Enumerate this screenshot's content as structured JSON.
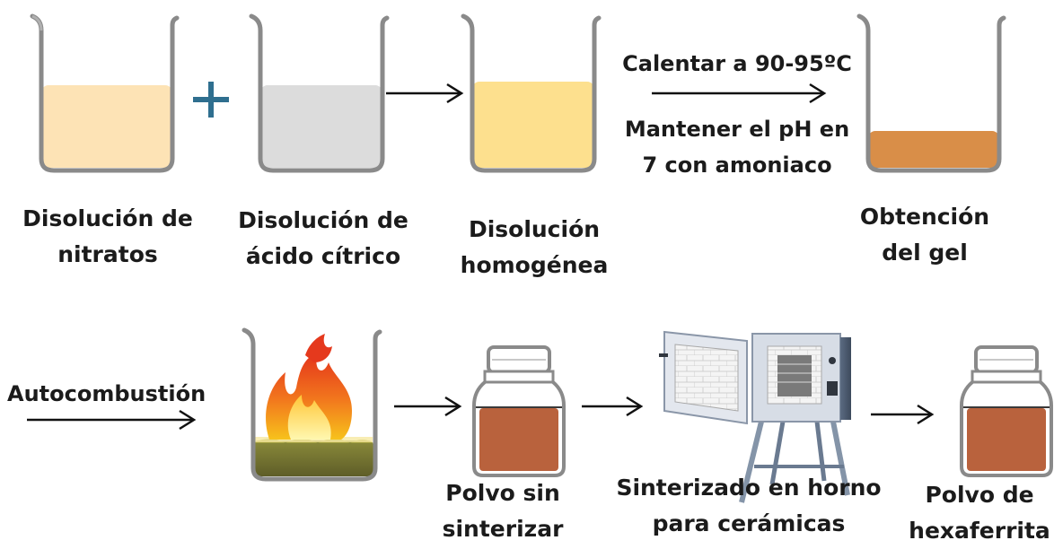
{
  "steps": {
    "nitratos": {
      "line1": "Disolución de",
      "line2": "nitratos"
    },
    "citrico": {
      "line1": "Disolución de",
      "line2": "ácido cítrico"
    },
    "homogenea": {
      "line1": "Disolución",
      "line2": "homogénea"
    },
    "gel": {
      "line1": "Obtención",
      "line2": "del gel"
    },
    "polvo_sin": {
      "line1": "Polvo sin",
      "line2": "sinterizar"
    },
    "horno": {
      "line1": "Sinterizado en horno",
      "line2": "para cerámicas"
    },
    "hexaferrita": {
      "line1": "Polvo de",
      "line2": "hexaferrita"
    }
  },
  "process": {
    "heat": "Calentar a 90-95ºC",
    "ph_line1": "Mantener el pH en",
    "ph_line2": "7 con amoniaco",
    "autocombustion": "Autocombustión"
  },
  "colors": {
    "nitratos_liquid": "#fde3b5",
    "citrico_liquid": "#dcdcdc",
    "homogenea_liquid": "#fde08e",
    "gel_liquid": "#d98e48",
    "powder": "#b9623d",
    "plus": "#2f6f8f"
  }
}
